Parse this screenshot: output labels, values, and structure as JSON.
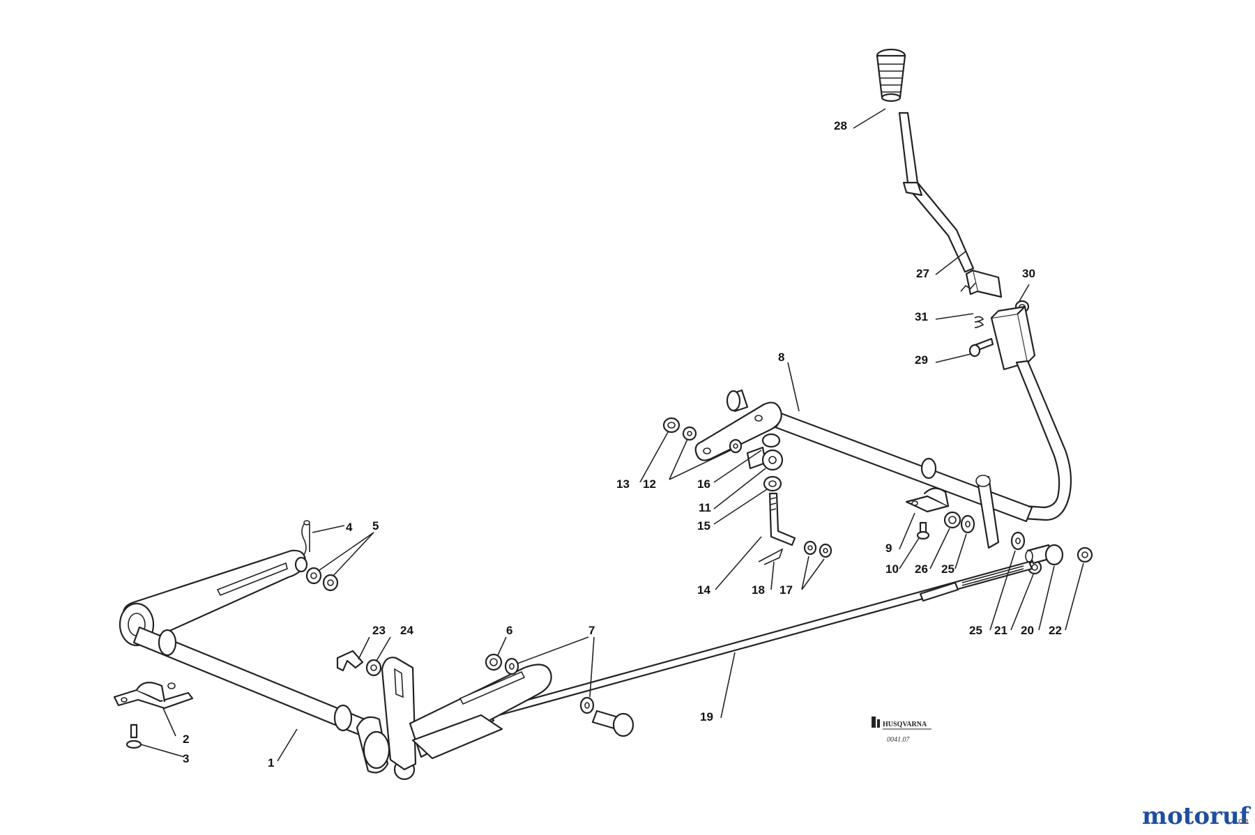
{
  "callouts": [
    {
      "id": "c28",
      "text": "28"
    },
    {
      "id": "c27",
      "text": "27"
    },
    {
      "id": "c30",
      "text": "30"
    },
    {
      "id": "c31",
      "text": "31"
    },
    {
      "id": "c29",
      "text": "29"
    },
    {
      "id": "c8",
      "text": "8"
    },
    {
      "id": "c13",
      "text": "13"
    },
    {
      "id": "c12",
      "text": "12"
    },
    {
      "id": "c16",
      "text": "16"
    },
    {
      "id": "c11",
      "text": "11"
    },
    {
      "id": "c15",
      "text": "15"
    },
    {
      "id": "c14",
      "text": "14"
    },
    {
      "id": "c18",
      "text": "18"
    },
    {
      "id": "c17",
      "text": "17"
    },
    {
      "id": "c9",
      "text": "9"
    },
    {
      "id": "c10",
      "text": "10"
    },
    {
      "id": "c26",
      "text": "26"
    },
    {
      "id": "c25a",
      "text": "25"
    },
    {
      "id": "c25b",
      "text": "25"
    },
    {
      "id": "c21",
      "text": "21"
    },
    {
      "id": "c20",
      "text": "20"
    },
    {
      "id": "c22",
      "text": "22"
    },
    {
      "id": "c4",
      "text": "4"
    },
    {
      "id": "c5",
      "text": "5"
    },
    {
      "id": "c23",
      "text": "23"
    },
    {
      "id": "c24",
      "text": "24"
    },
    {
      "id": "c6",
      "text": "6"
    },
    {
      "id": "c7",
      "text": "7"
    },
    {
      "id": "c19",
      "text": "19"
    },
    {
      "id": "c2",
      "text": "2"
    },
    {
      "id": "c3",
      "text": "3"
    },
    {
      "id": "c1",
      "text": "1"
    }
  ],
  "publisher_mark": {
    "brand": "HUSQVARNA",
    "code": "0041.07"
  },
  "watermark": {
    "main": "motoruf",
    "suffix": ".de",
    "color_main": "#1f4ea1",
    "color_accent": "#f0a11a"
  }
}
